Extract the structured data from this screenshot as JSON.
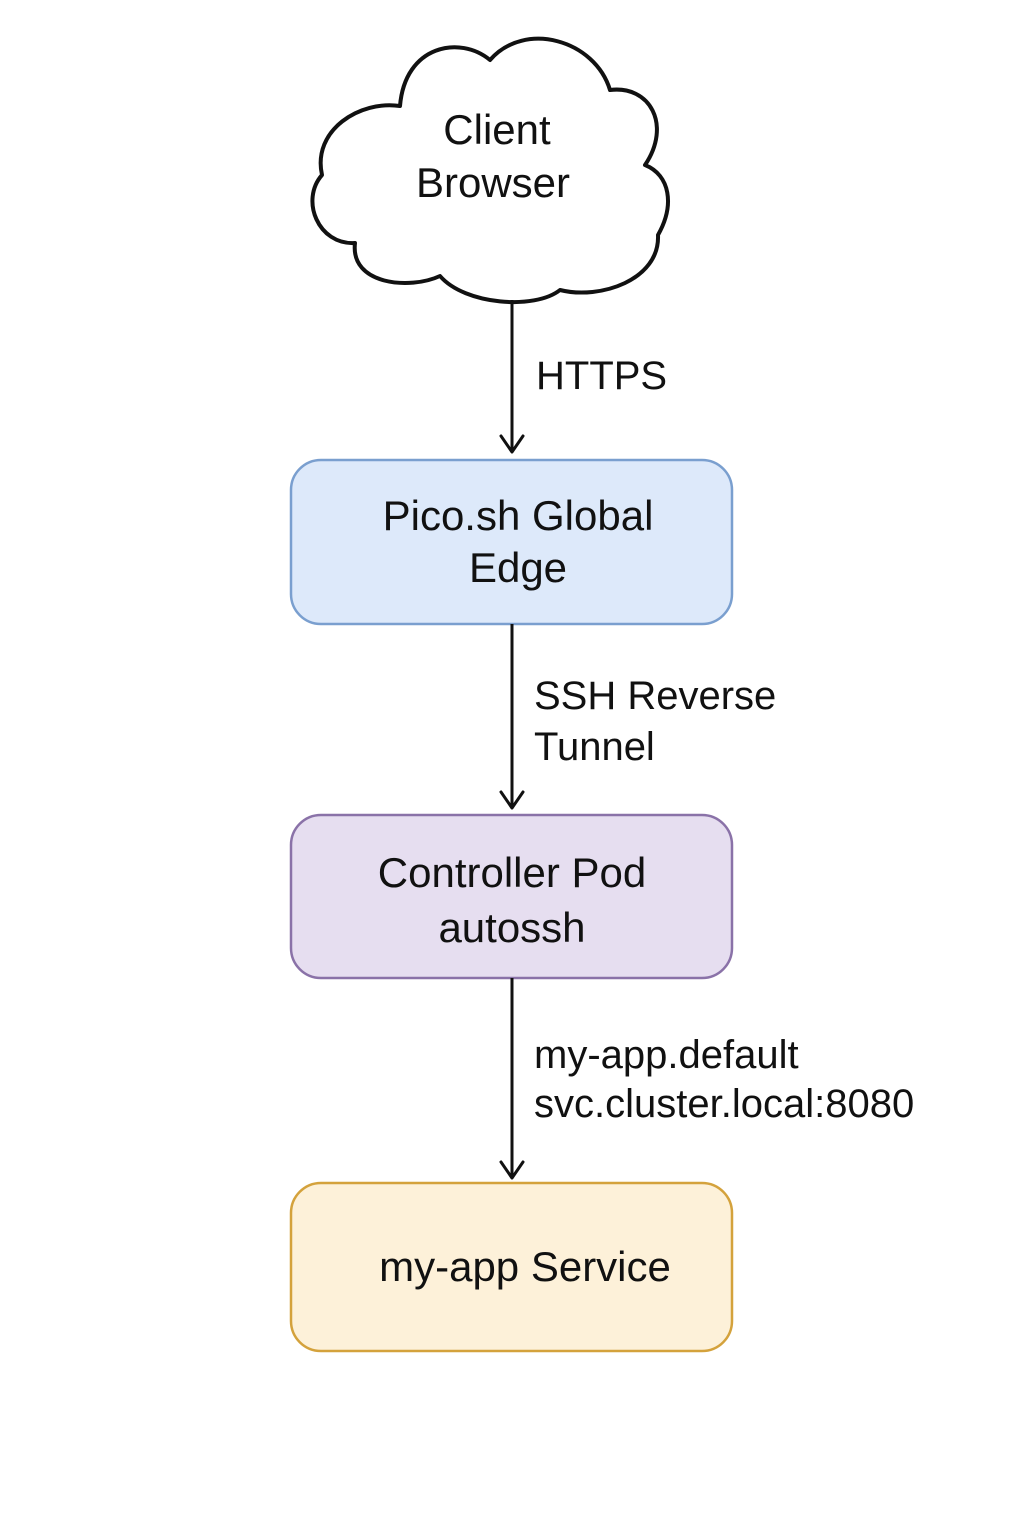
{
  "nodes": {
    "client": {
      "line1": "Client",
      "line2": "Browser",
      "shape": "cloud-icon",
      "fill": "#ffffff",
      "stroke": "#111111"
    },
    "edge_proxy": {
      "line1": "Pico.sh Global",
      "line2": "Edge",
      "fill": "#dde9fa",
      "stroke": "#7a9fcf"
    },
    "controller": {
      "line1": "Controller Pod",
      "line2": "autossh",
      "fill": "#e6def0",
      "stroke": "#8a72a8"
    },
    "service": {
      "line1": "my-app Service",
      "fill": "#fdf1d9",
      "stroke": "#d4a23c"
    }
  },
  "edges": {
    "client_to_edge": {
      "line1": "HTTPS"
    },
    "edge_to_controller": {
      "line1": "SSH Reverse",
      "line2": "Tunnel"
    },
    "controller_to_service": {
      "line1": "my-app.default",
      "line2": "svc.cluster.local:8080"
    }
  }
}
